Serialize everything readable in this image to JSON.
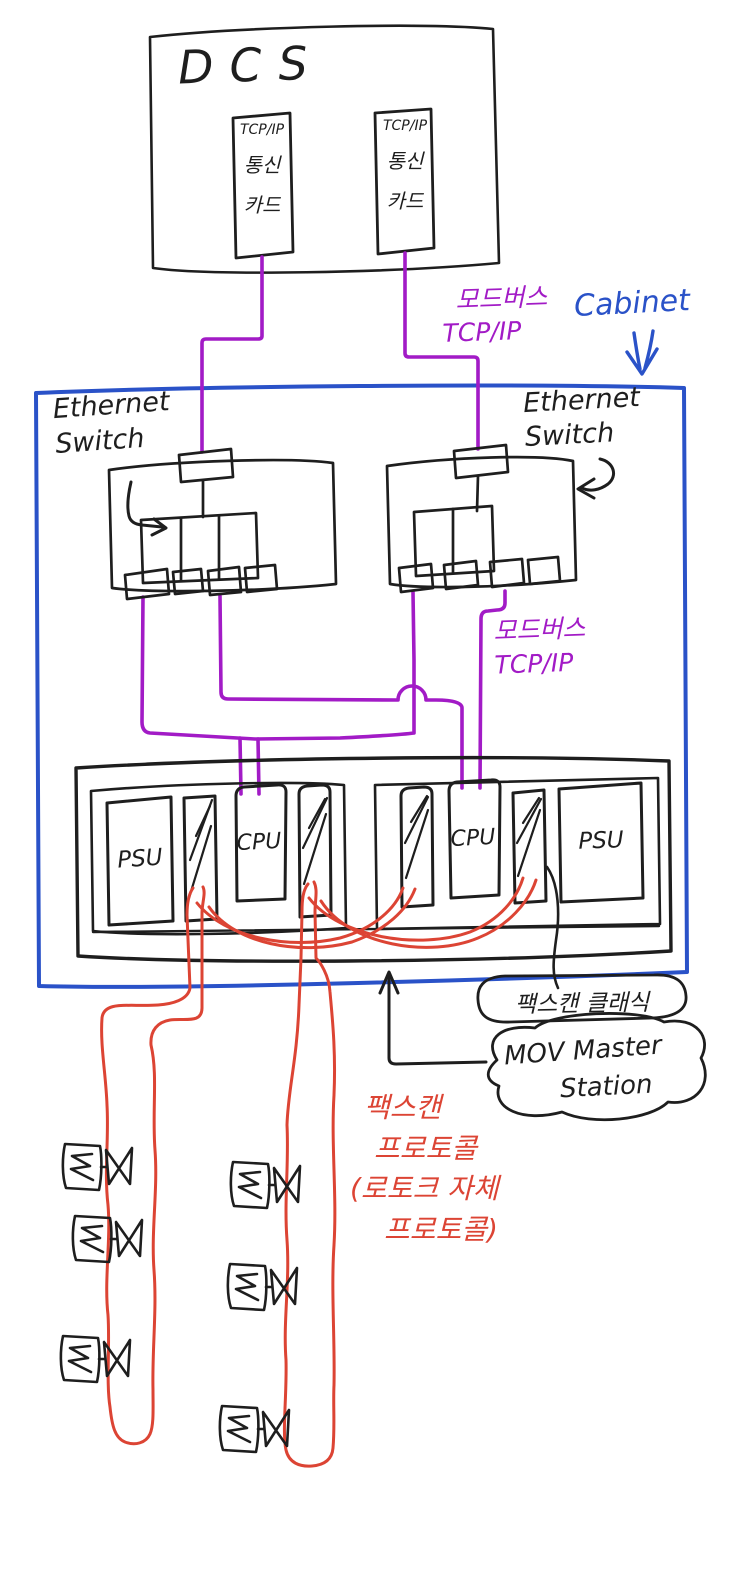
{
  "colors": {
    "ink": "#1e1e1e",
    "purple": "#a21bc6",
    "blue": "#2a52c8",
    "red": "#dc4434",
    "background": "#ffffff"
  },
  "dcs": {
    "title": "DCS",
    "cards": [
      {
        "line1": "TCP/IP",
        "line2": "통신",
        "line3": "카드"
      },
      {
        "line1": "TCP/IP",
        "line2": "통신",
        "line3": "카드"
      }
    ]
  },
  "cabinet": {
    "label": "Cabinet"
  },
  "switches": {
    "left": {
      "line1": "Ethernet",
      "line2": "Switch"
    },
    "right": {
      "line1": "Ethernet",
      "line2": "Switch"
    }
  },
  "modbus_labels": {
    "top": {
      "line1": "모드버스",
      "line2": "TCP/IP"
    },
    "middle": {
      "line1": "모드버스",
      "line2": "TCP/IP"
    }
  },
  "rack": {
    "modules": {
      "psu_left": "PSU",
      "cpu_left": "CPU",
      "cpu_right": "CPU",
      "psu_right": "PSU"
    }
  },
  "annotations": {
    "pakscan_classic": "팩스캔 클래식",
    "mov_master": {
      "line1": "MOV Master",
      "line2": "Station"
    },
    "pakscan_protocol": {
      "line1": "팩스캔",
      "line2": "프로토콜",
      "line3": "(로토크 자체",
      "line4": "프로토콜)"
    }
  }
}
